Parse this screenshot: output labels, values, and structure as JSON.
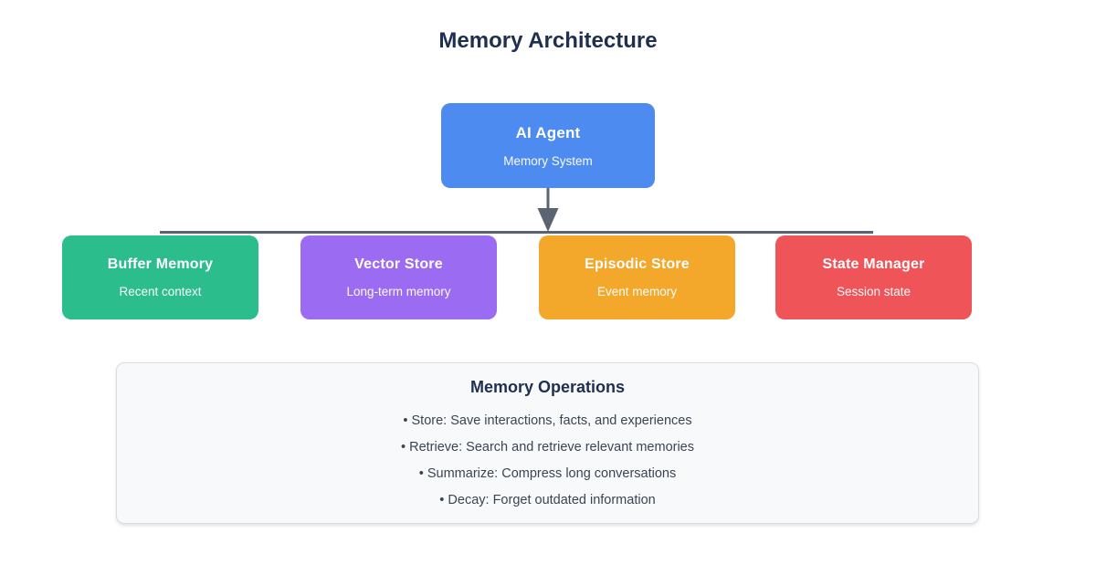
{
  "title": "Memory Architecture",
  "colors": {
    "root_blue": "#4e8bf0",
    "buffer_green": "#2bbd8c",
    "vector_purple": "#9b6bf2",
    "episodic_orange": "#f3a72b",
    "state_red": "#ef5558",
    "connector_gray": "#5a6571",
    "heading_navy": "#1e2f4f",
    "panel_background": "#f8f9fb",
    "panel_border": "#d9dde3",
    "body_text": "#3a4553"
  },
  "root_node": {
    "title": "AI Agent",
    "subtitle": "Memory System",
    "color": "#4e8bf0"
  },
  "stores": [
    {
      "title": "Buffer Memory",
      "subtitle": "Recent context",
      "color": "#2bbd8c"
    },
    {
      "title": "Vector Store",
      "subtitle": "Long-term memory",
      "color": "#9b6bf2"
    },
    {
      "title": "Episodic Store",
      "subtitle": "Event memory",
      "color": "#f3a72b"
    },
    {
      "title": "State Manager",
      "subtitle": "Session state",
      "color": "#ef5558"
    }
  ],
  "operations": {
    "title": "Memory Operations",
    "items": [
      "Store: Save interactions, facts, and experiences",
      "Retrieve: Search and retrieve relevant memories",
      "Summarize: Compress long conversations",
      "Decay: Forget outdated information"
    ]
  }
}
